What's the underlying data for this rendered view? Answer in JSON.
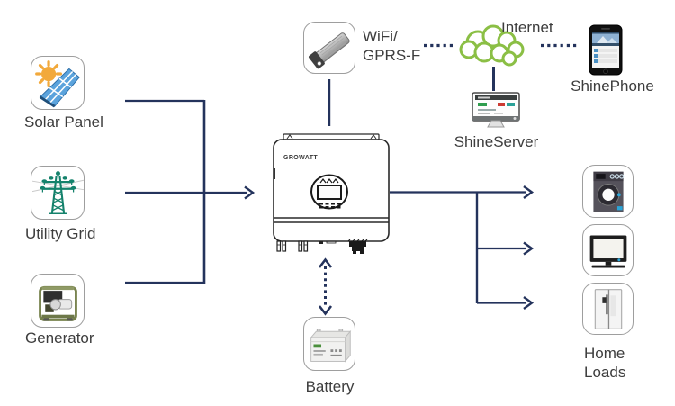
{
  "nodes": {
    "solar_panel": {
      "label": "Solar Panel"
    },
    "utility_grid": {
      "label": "Utility Grid"
    },
    "generator": {
      "label": "Generator"
    },
    "wifi_module": {
      "label_line1": "WiFi/",
      "label_line2": "GPRS-F"
    },
    "internet": {
      "label": "Internet"
    },
    "shine_server": {
      "label": "ShineServer"
    },
    "shine_phone": {
      "label": "ShinePhone"
    },
    "inverter": {
      "brand": "GROWATT"
    },
    "battery": {
      "label": "Battery"
    },
    "home_loads": {
      "label_line1": "Home",
      "label_line2": "Loads"
    }
  },
  "colors": {
    "connector_navy": "#24335c",
    "cloud_green": "#8bbf45",
    "sun_orange": "#f2a93b",
    "panel_blue": "#5ba3dc",
    "tower_teal": "#15826c",
    "generator_olive": "#77824d",
    "accent_blue": "#2aa5d8",
    "label_text": "#3d3d3d"
  }
}
